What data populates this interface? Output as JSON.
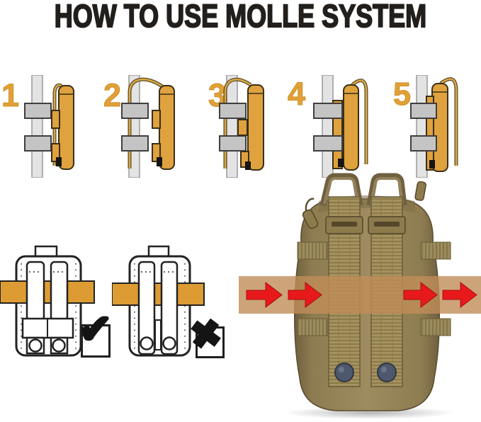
{
  "title": "HOW TO USE MOLLE SYSTEM",
  "steps": [
    {
      "number": "1"
    },
    {
      "number": "2"
    },
    {
      "number": "3"
    },
    {
      "number": "4"
    },
    {
      "number": "5"
    }
  ],
  "usage": {
    "correct_mark": "✔",
    "incorrect_mark": "✖"
  },
  "belt_arrows": {
    "count": 4,
    "direction": "right"
  },
  "colors": {
    "accent_gold": "#E1A136",
    "strap_orange": "#DFA23F",
    "belt_orange": "#DD9C33",
    "arrow_red": "#E8191B",
    "pouch_khaki": "#97855A",
    "band_tan": "#CDA479",
    "title_black": "#221E1B"
  }
}
